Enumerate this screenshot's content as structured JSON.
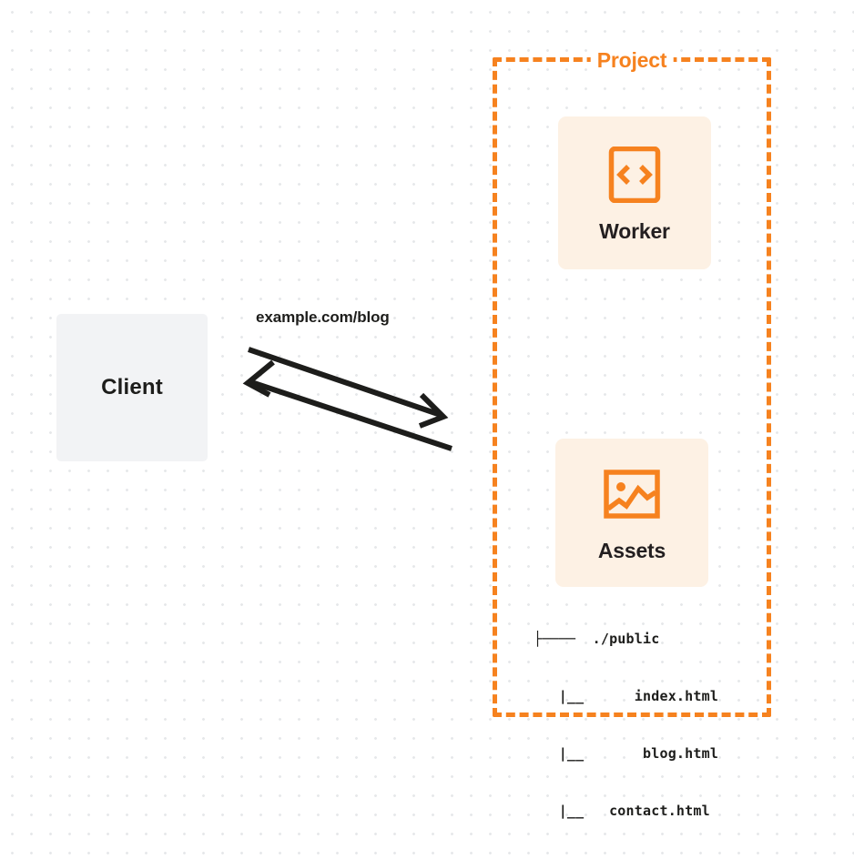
{
  "diagram": {
    "type": "architecture-flow",
    "background": "dotted-grid",
    "colors": {
      "accent_orange": "#f6821f",
      "card_background": "#fdf1e4",
      "client_background": "#f2f3f5",
      "text_dark": "#1d1d1b",
      "page_background": "#ffffff",
      "dot_grid": "#e6e8ea"
    }
  },
  "client": {
    "label": "Client"
  },
  "edge": {
    "label": "example.com/blog",
    "request_direction": "client-to-project",
    "response_direction": "project-to-client"
  },
  "project": {
    "title": "Project",
    "border_style": "dashed",
    "nodes": [
      {
        "label": "Worker",
        "icon": "code-brackets-icon"
      },
      {
        "label": "Assets",
        "icon": "image-icon"
      }
    ]
  },
  "file_tree": {
    "lines": [
      "├────  ./public",
      "   |__      index.html",
      "   |__       blog.html",
      "   |__   contact.html"
    ]
  }
}
